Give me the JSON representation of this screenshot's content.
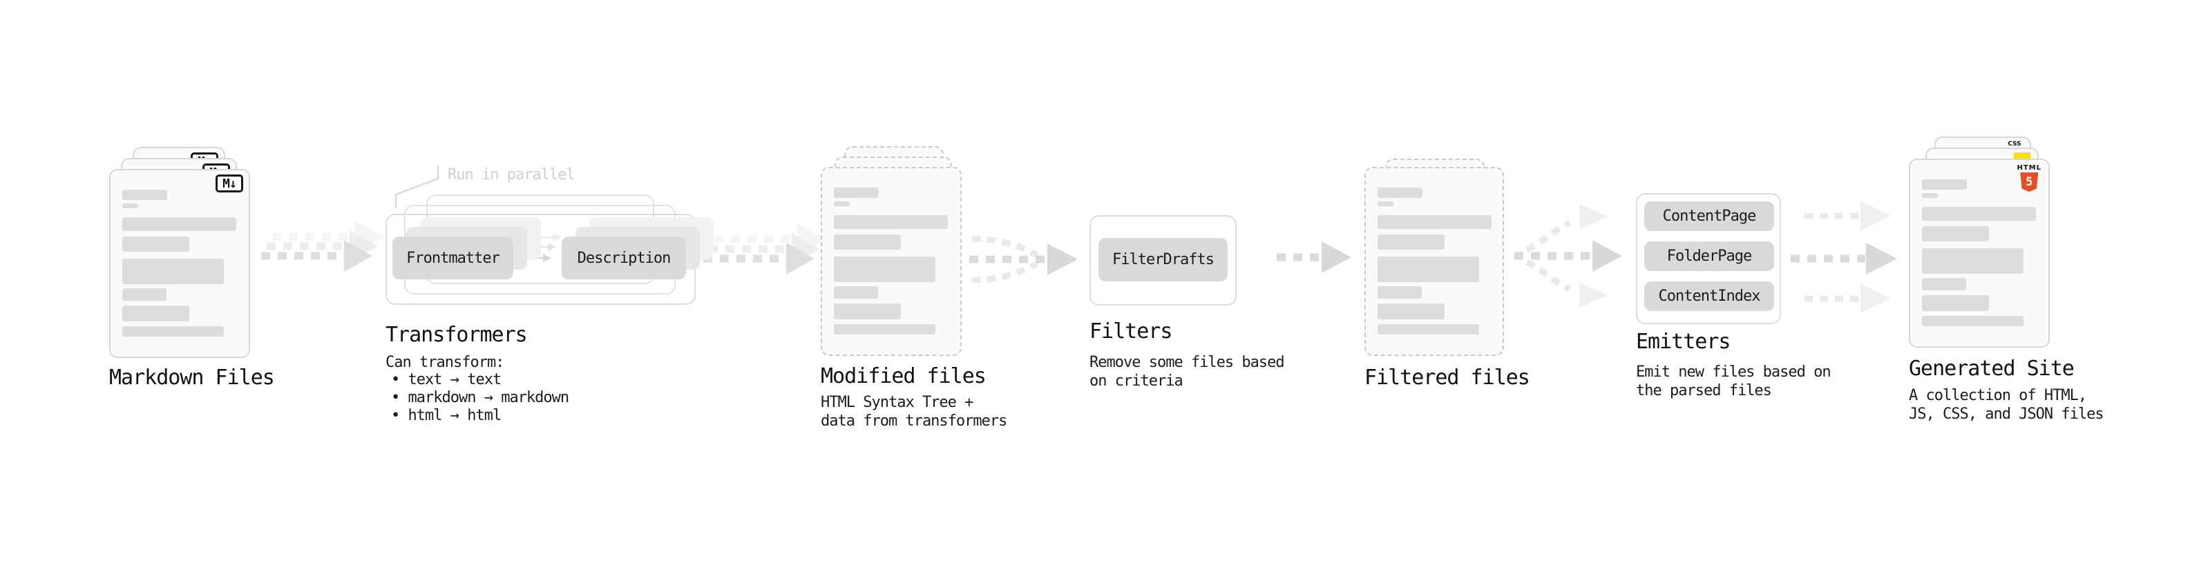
{
  "colors": {
    "html5_orange": "#e44d26",
    "js_yellow": "#ffdf00",
    "css_blue": "#2e6be6",
    "node_gray": "#d9d9d9"
  },
  "stages": {
    "markdown_files": {
      "title": "Markdown Files",
      "badge": "M↓"
    },
    "transformers": {
      "title": "Transformers",
      "annotation": "Run in parallel",
      "node_left": "Frontmatter",
      "node_right": "Description",
      "heading": "Can transform:",
      "bullets": [
        "text → text",
        "markdown → markdown",
        "html → html"
      ]
    },
    "modified_files": {
      "title": "Modified files",
      "subtitle": "HTML Syntax Tree +\ndata from transformers"
    },
    "filters": {
      "title": "Filters",
      "node": "FilterDrafts",
      "subtitle": "Remove some files based\non criteria"
    },
    "filtered_files": {
      "title": "Filtered files"
    },
    "emitters": {
      "title": "Emitters",
      "nodes": [
        "ContentPage",
        "FolderPage",
        "ContentIndex"
      ],
      "subtitle": "Emit new files based on\nthe parsed files"
    },
    "generated_site": {
      "title": "Generated Site",
      "subtitle": "A collection of HTML,\nJS, CSS, and JSON files",
      "badge_html_label": "HTML",
      "badge_html_number": "5",
      "badge_css": "CSS"
    }
  }
}
